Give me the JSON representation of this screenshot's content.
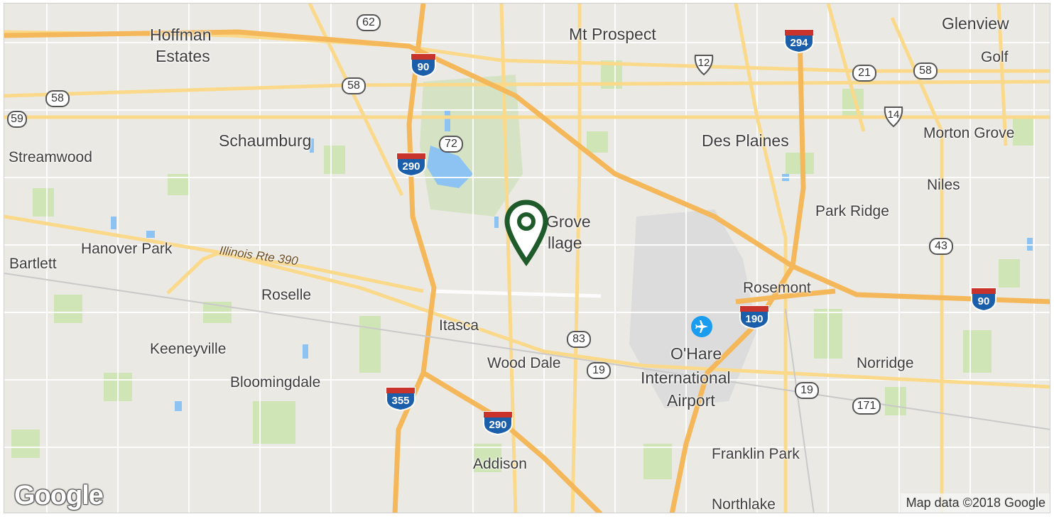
{
  "map": {
    "attribution": "Map data ©2018 Google",
    "logo": "Google",
    "route_label": "Illinois Rte 390",
    "places": [
      {
        "id": "hoffman",
        "label": "Hoffman",
        "cls": "city"
      },
      {
        "id": "estates",
        "label": "Estates",
        "cls": "city"
      },
      {
        "id": "mtprospect",
        "label": "Mt Prospect",
        "cls": "city"
      },
      {
        "id": "glenview",
        "label": "Glenview",
        "cls": "city"
      },
      {
        "id": "golf",
        "label": "Golf",
        "cls": "town"
      },
      {
        "id": "schaumburg",
        "label": "Schaumburg",
        "cls": "city"
      },
      {
        "id": "desplaines",
        "label": "Des Plaines",
        "cls": "city"
      },
      {
        "id": "mortongrove",
        "label": "Morton Grove",
        "cls": "town"
      },
      {
        "id": "streamwood",
        "label": "Streamwood",
        "cls": "town"
      },
      {
        "id": "niles",
        "label": "Niles",
        "cls": "town"
      },
      {
        "id": "parkridge",
        "label": "Park Ridge",
        "cls": "town"
      },
      {
        "id": "grove",
        "label": "Grove",
        "cls": "city"
      },
      {
        "id": "village",
        "label": "llage",
        "cls": "city"
      },
      {
        "id": "bartlett",
        "label": "Bartlett",
        "cls": "town"
      },
      {
        "id": "hanoverpark",
        "label": "Hanover Park",
        "cls": "town"
      },
      {
        "id": "roselle",
        "label": "Roselle",
        "cls": "town"
      },
      {
        "id": "rosemont",
        "label": "Rosemont",
        "cls": "town"
      },
      {
        "id": "itasca",
        "label": "Itasca",
        "cls": "town"
      },
      {
        "id": "keeneyville",
        "label": "Keeneyville",
        "cls": "town"
      },
      {
        "id": "woodDale",
        "label": "Wood Dale",
        "cls": "town"
      },
      {
        "id": "ohare1",
        "label": "O'Hare",
        "cls": "city"
      },
      {
        "id": "ohare2",
        "label": "International",
        "cls": "city"
      },
      {
        "id": "ohare3",
        "label": "Airport",
        "cls": "city"
      },
      {
        "id": "norridge",
        "label": "Norridge",
        "cls": "town"
      },
      {
        "id": "bloomingdale",
        "label": "Bloomingdale",
        "cls": "town"
      },
      {
        "id": "franklinpark",
        "label": "Franklin Park",
        "cls": "town"
      },
      {
        "id": "addison",
        "label": "Addison",
        "cls": "town"
      },
      {
        "id": "northlake",
        "label": "Northlake",
        "cls": "town"
      }
    ],
    "state_routes": [
      "62",
      "58",
      "59",
      "58",
      "72",
      "83",
      "19",
      "19",
      "171",
      "21",
      "58",
      "43"
    ],
    "us_routes": [
      "12",
      "14"
    ],
    "interstates": [
      "90",
      "290",
      "294",
      "355",
      "290",
      "190",
      "90"
    ]
  }
}
